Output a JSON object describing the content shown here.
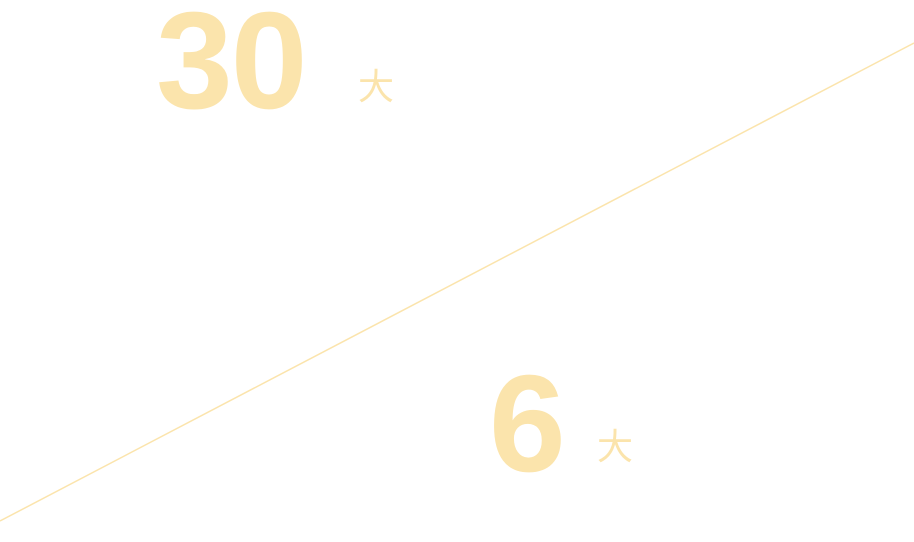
{
  "stat1": {
    "value": "30",
    "unit": "大"
  },
  "stat2": {
    "value": "6",
    "unit": "大"
  },
  "colors": {
    "accent": "#FBE4AC",
    "background": "#FFFFFF"
  }
}
